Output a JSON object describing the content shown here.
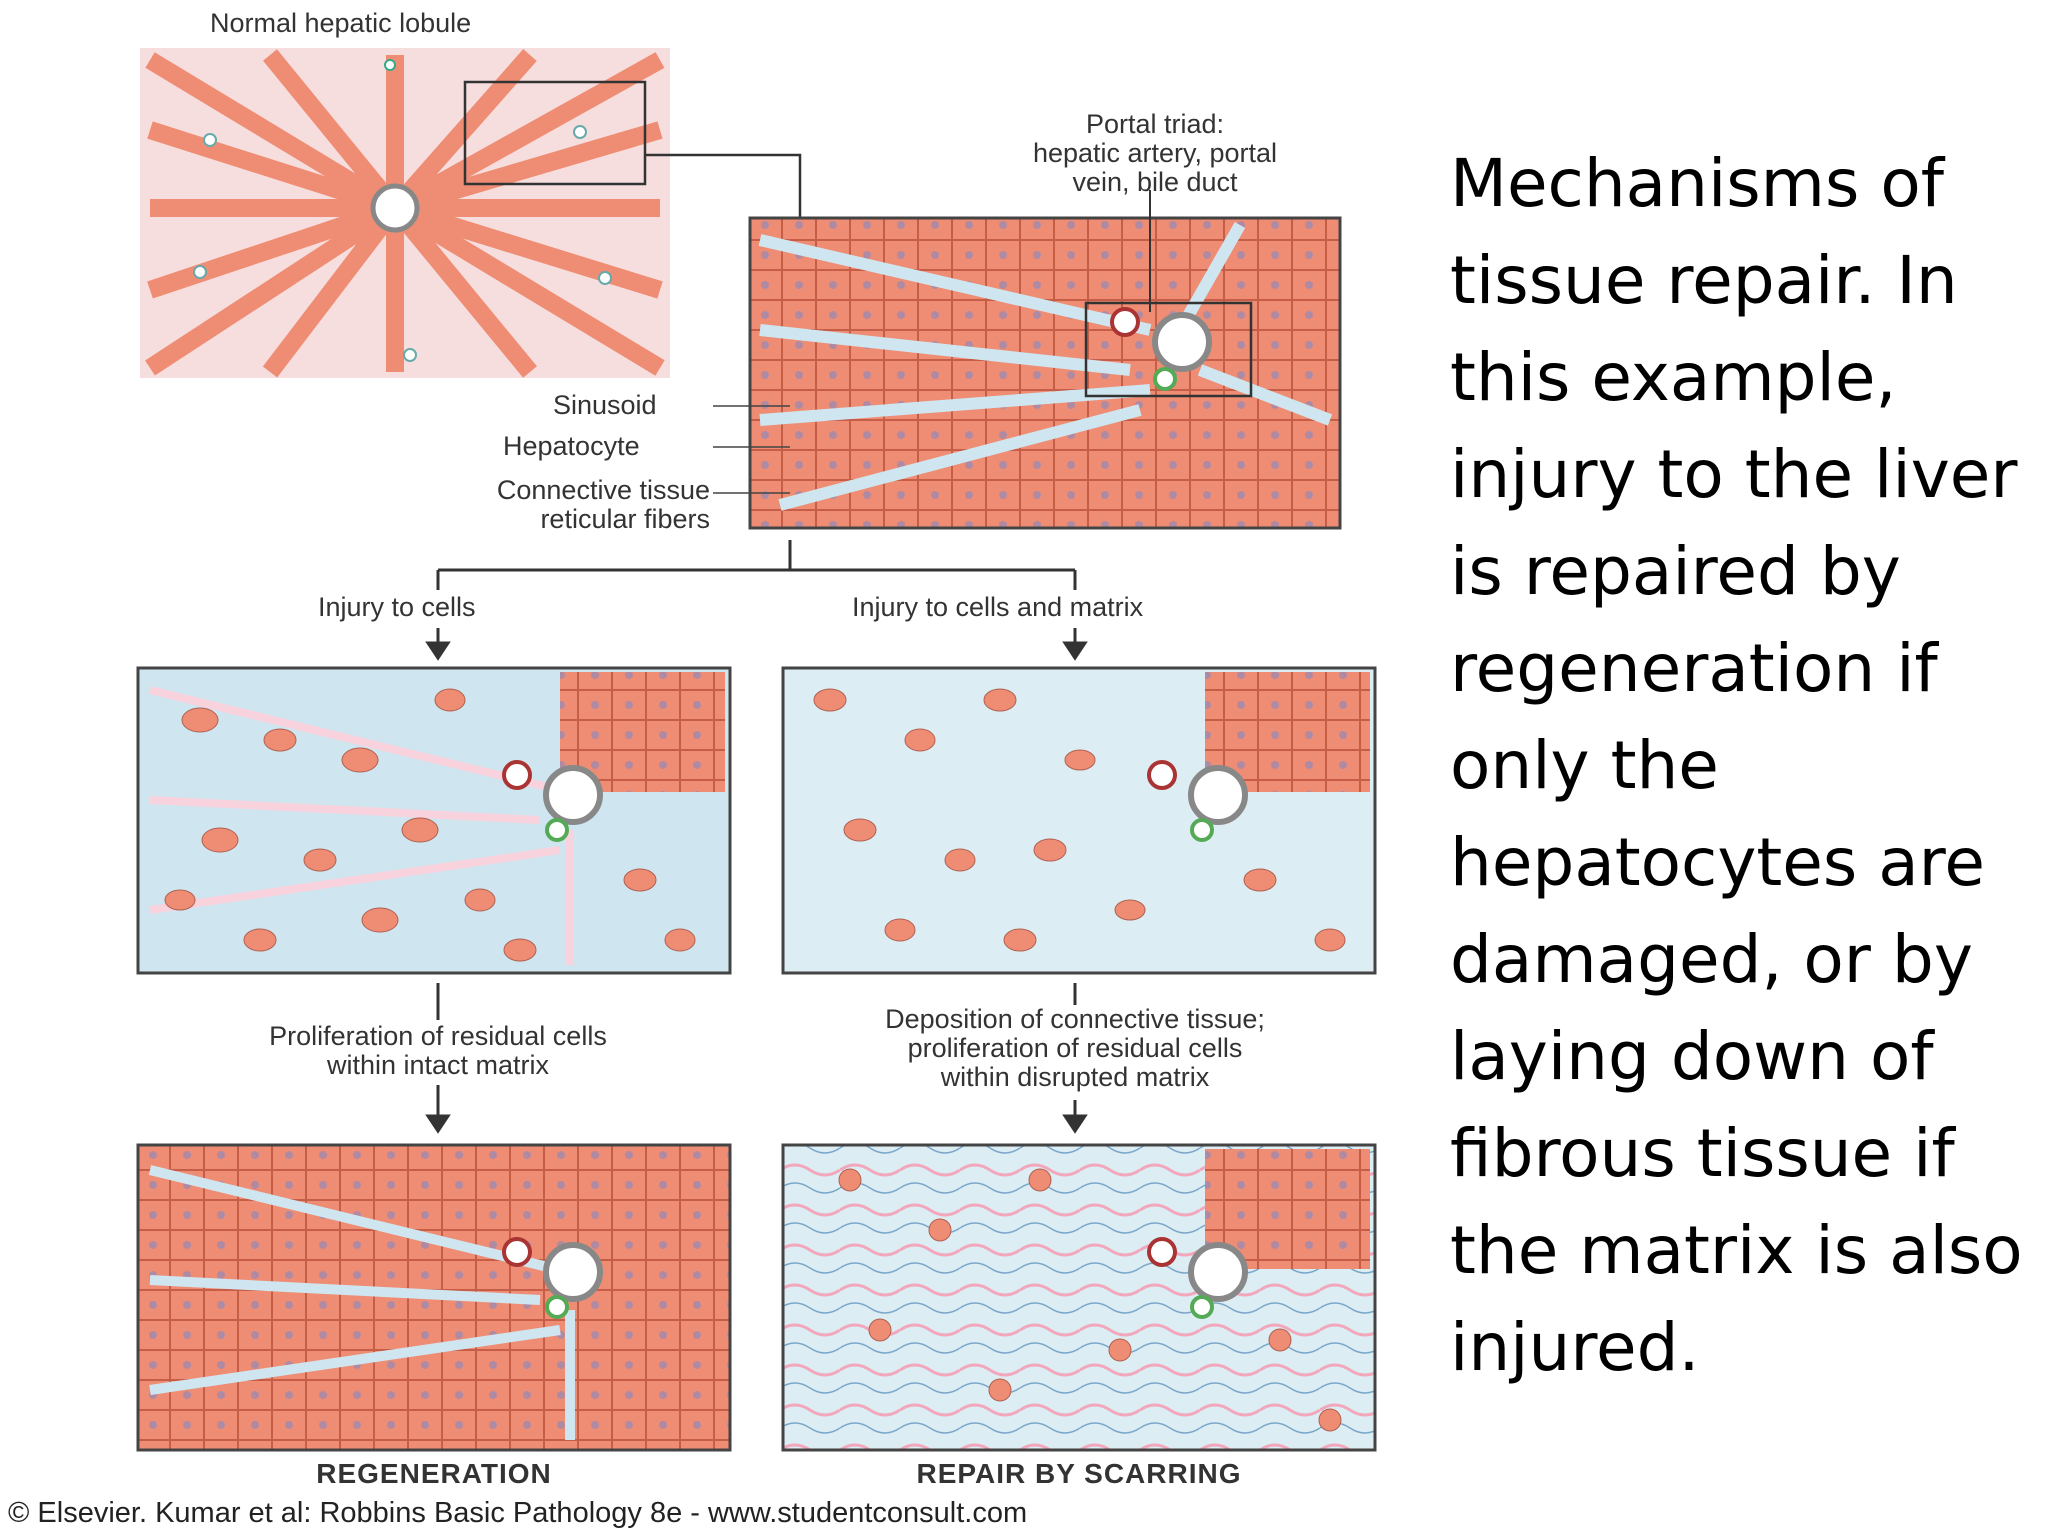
{
  "figure": {
    "normal_lobule_label": "Normal hepatic lobule",
    "portal_triad_label": "Portal triad:\nhepatic artery, portal\nvein, bile duct",
    "sinusoid_label": "Sinusoid",
    "hepatocyte_label": "Hepatocyte",
    "connective_label": "Connective tissue\nreticular fibers",
    "injury_cells_label": "Injury to cells",
    "injury_matrix_label": "Injury to cells and matrix",
    "proliferation_label": "Proliferation of residual cells\nwithin intact matrix",
    "deposition_label": "Deposition of connective tissue;\nproliferation of residual cells\nwithin disrupted matrix",
    "regeneration_label": "REGENERATION",
    "scarring_label": "REPAIR BY SCARRING",
    "credit": "© Elsevier. Kumar et al: Robbins Basic Pathology 8e - www.studentconsult.com"
  },
  "side_text": "Mechanisms of tissue repair. In this example, injury to the liver is repaired by regeneration if only the hepatocytes are damaged, or by laying down of fibrous tissue if the matrix is also injured.",
  "colors": {
    "hepatocyte": "#ef8d74",
    "sinusoid": "#cfe6f0",
    "matrix": "#f8d2dc",
    "nucleus": "#b08aa2",
    "outline": "#444444"
  }
}
